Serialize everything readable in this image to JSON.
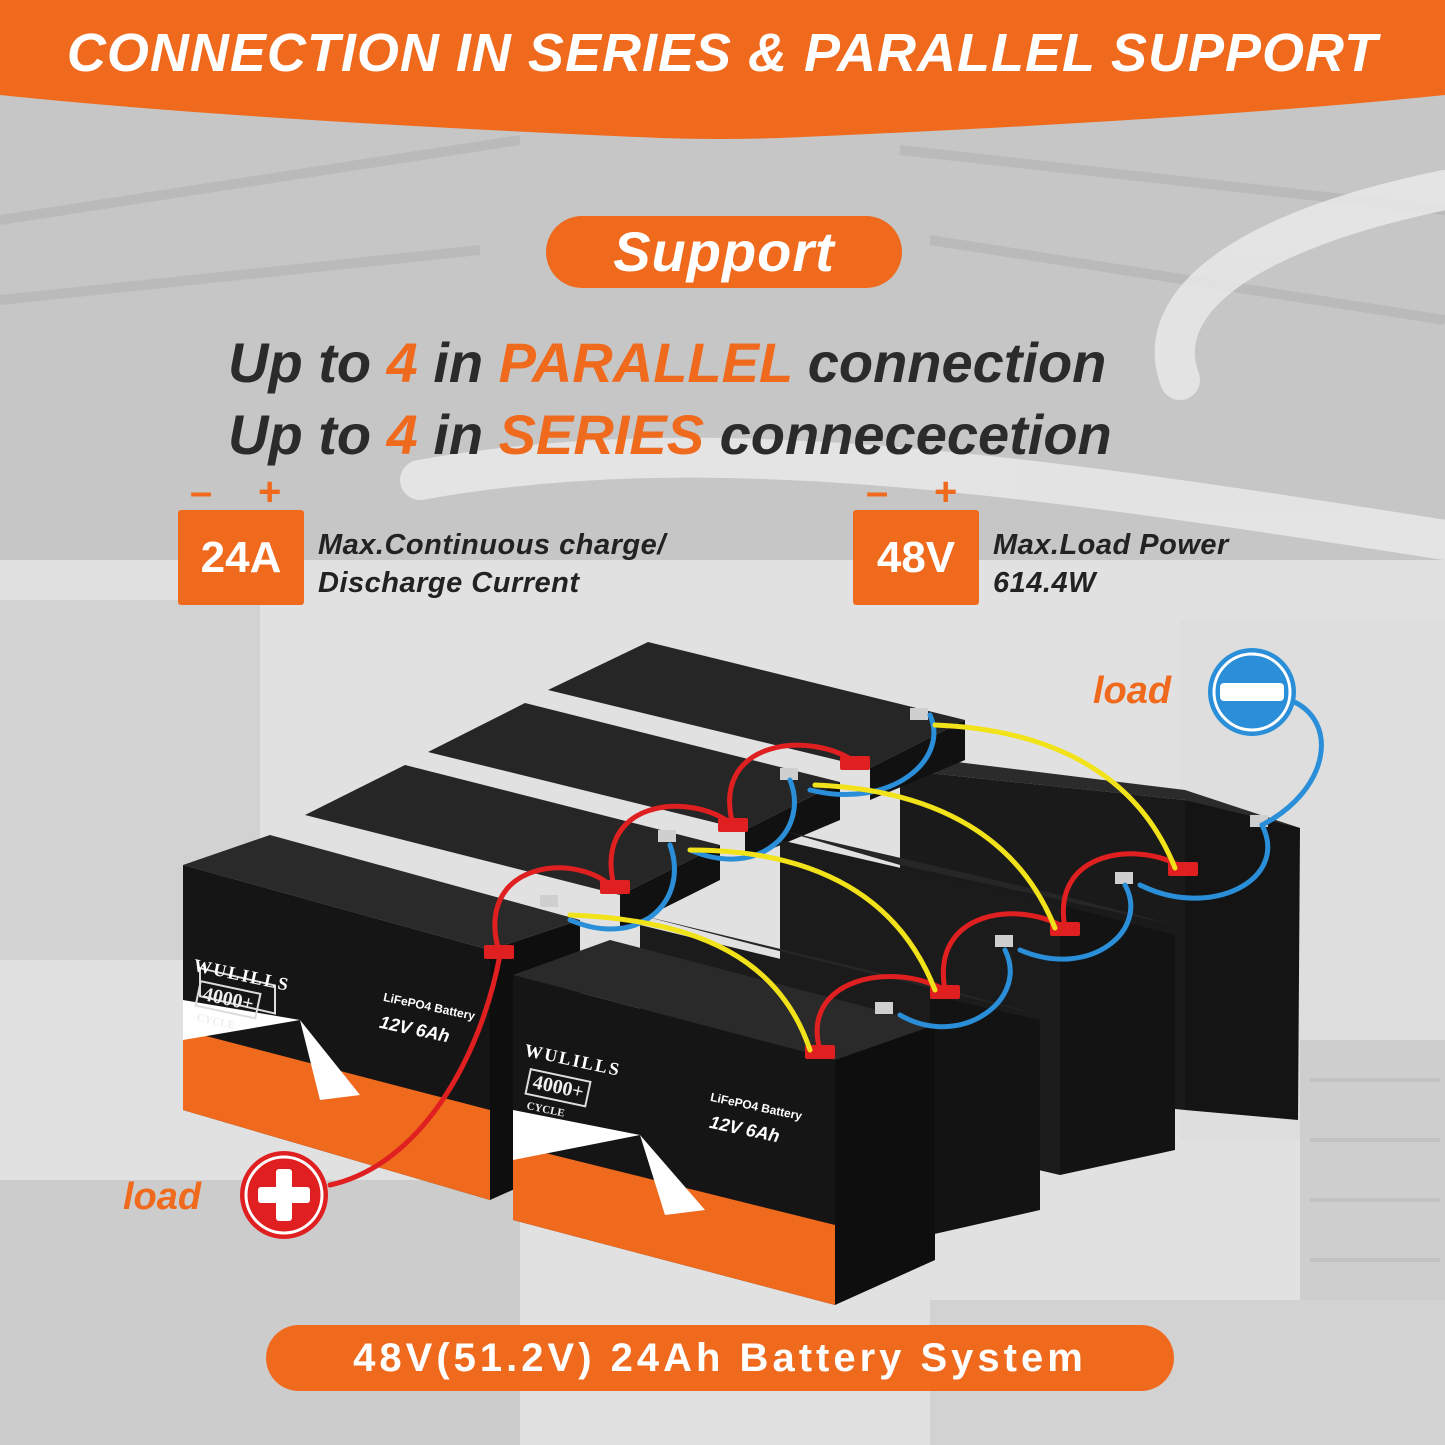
{
  "banner": {
    "title": "CONNECTION IN SERIES & PARALLEL SUPPORT"
  },
  "support_pill": {
    "label": "Support"
  },
  "headline": {
    "line1": {
      "pre": "Up to ",
      "num": "4",
      "mid": " in ",
      "hl": "PARALLEL",
      "post": " connection"
    },
    "line2": {
      "pre": "Up to ",
      "num": "4",
      "mid": " in ",
      "hl": "SERIES",
      "post": " connececetion"
    }
  },
  "specs": [
    {
      "value": "24A",
      "minus": "–",
      "plus": "+",
      "line1": "Max.Continuous charge/",
      "line2": "Discharge Current"
    },
    {
      "value": "48V",
      "minus": "–",
      "plus": "+",
      "line1": "Max.Load Power",
      "line2": "614.4W"
    }
  ],
  "battery": {
    "brand": "WULILLS",
    "cycle_count": "4000+",
    "cycle_label": "CYCLE",
    "type": "LiFePO4 Battery",
    "voltage": "12V",
    "capacity": "6Ah"
  },
  "loads": {
    "negative_label": "load",
    "positive_label": "load"
  },
  "bottom": {
    "label": "48V(51.2V) 24Ah Battery System"
  },
  "colors": {
    "accent": "#f06a1e",
    "wire_red": "#e02020",
    "wire_blue": "#2a8fd8",
    "wire_yellow": "#f2e21a",
    "battery": "#1c1c1c"
  }
}
